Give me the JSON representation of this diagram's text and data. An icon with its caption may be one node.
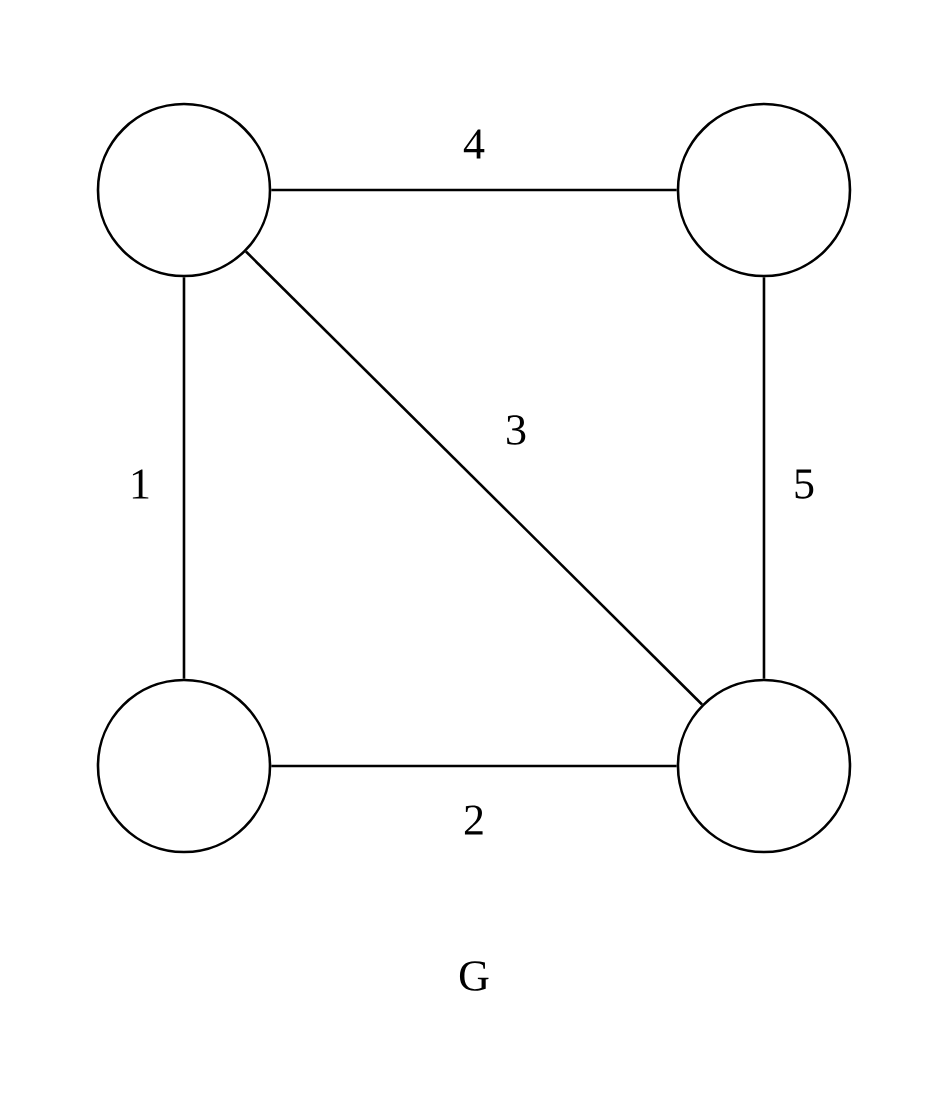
{
  "diagram": {
    "caption": "G",
    "nodes": [
      {
        "text": [],
        "shape": "circle"
      },
      {
        "text": [],
        "shape": "circle"
      },
      {
        "text": [],
        "shape": "circle"
      },
      {
        "text": [],
        "shape": "circle"
      }
    ],
    "edges": [
      {
        "from": 0,
        "to": 2,
        "arrow": "none",
        "label": "1"
      },
      {
        "from": 2,
        "to": 3,
        "arrow": "none",
        "label": "2"
      },
      {
        "from": 0,
        "to": 3,
        "arrow": "none",
        "label": "3"
      },
      {
        "from": 0,
        "to": 1,
        "arrow": "none",
        "label": "4"
      },
      {
        "from": 1,
        "to": 3,
        "arrow": "none",
        "label": "5"
      }
    ]
  }
}
